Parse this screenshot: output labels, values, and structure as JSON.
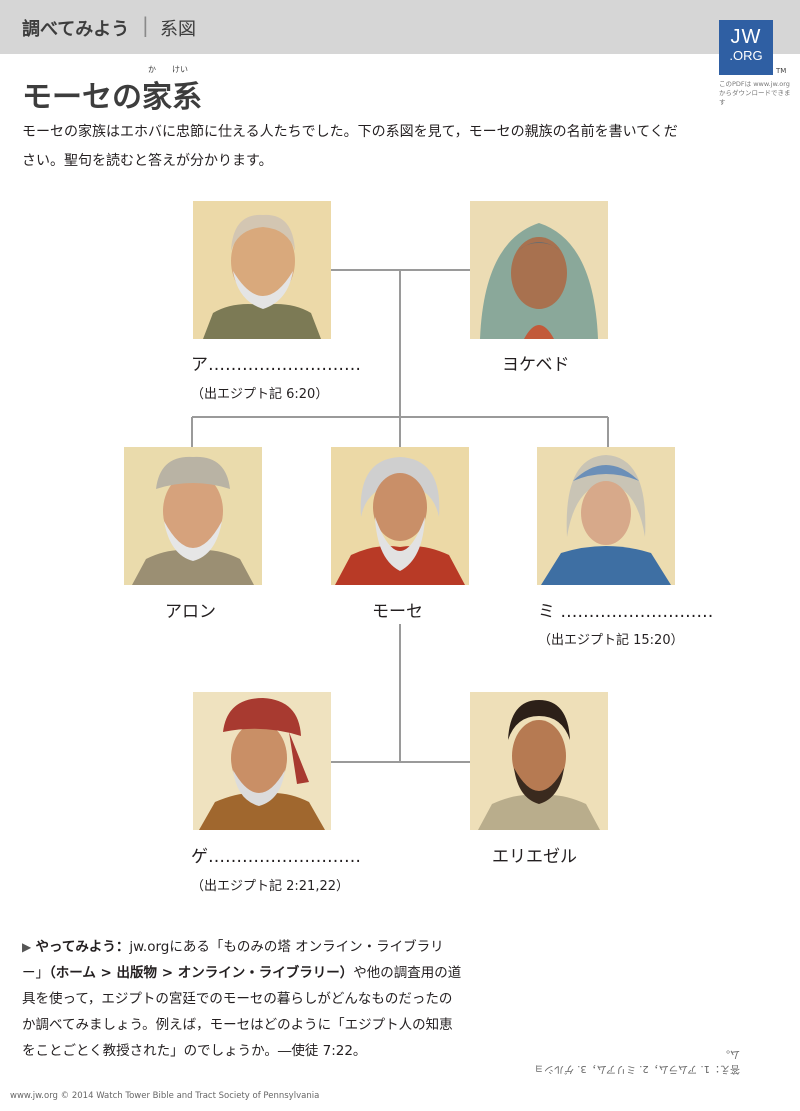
{
  "header": {
    "section": "調べてみよう",
    "separator": "|",
    "topic": "系図"
  },
  "logo": {
    "line1": "JW",
    "line2": ".ORG",
    "tm": "TM",
    "note": "このPDFは www.jw.org からダウンロードできます"
  },
  "title": "モーセの家系",
  "title_ruby": {
    "ka": "か",
    "kei": "けい"
  },
  "intro": "モーセの家族はエホバに忠節に仕える人たちでした。下の系図を見て，モーセの親族の名前を書いてください。聖句を読むと答えが分かります。",
  "people": {
    "father": {
      "name": "ア………………………",
      "ref": "（出エジプト記 6:20）"
    },
    "mother": {
      "name": "ヨケベド"
    },
    "aaron": {
      "name": "アロン"
    },
    "moses": {
      "name": "モーセ"
    },
    "miriam": {
      "name": "ミ ………………………",
      "ref": "（出エジプト記 15:20）"
    },
    "gershom": {
      "name": "ゲ………………………",
      "ref": "（出エジプト記 2:21,22）"
    },
    "eliezer": {
      "name": "エリエゼル"
    }
  },
  "tryit": {
    "marker": "▶",
    "lead": "やってみよう：",
    "text1": "jw.orgにある「ものみの塔 オンライン・ライブラリー」",
    "bold": "（ホーム > 出版物 > オンライン・ライブラリー）",
    "text2": "や他の調査用の道具を使って，エジプトの宮廷でのモーセの暮らしがどんなものだったのか調べてみましょう。例えば，モーセはどのように「エジプト人の知恵をことごとく教授された」のでしょうか。―使徒 7:22。"
  },
  "answer": "答え：1. アムラム，2. ミリアム，3. ゲルショム。",
  "footer": "www.jw.org © 2014 Watch Tower Bible and Tract Society of Pennsylvania",
  "colors": {
    "topbar": "#d6d6d6",
    "logo": "#2f5fa3",
    "lines": "#9a9a9a"
  }
}
